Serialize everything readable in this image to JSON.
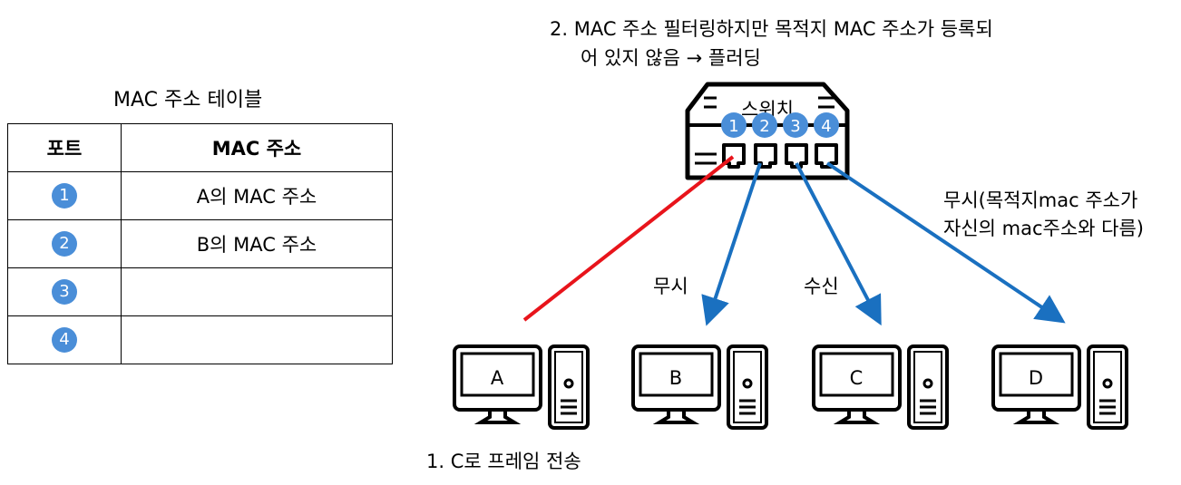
{
  "table": {
    "title": "MAC 주소 테이블",
    "col_port": "포트",
    "col_mac": "MAC 주소",
    "rows": [
      {
        "port": "1",
        "mac": "A의 MAC 주소"
      },
      {
        "port": "2",
        "mac": "B의 MAC 주소"
      },
      {
        "port": "3",
        "mac": ""
      },
      {
        "port": "4",
        "mac": ""
      }
    ]
  },
  "switch": {
    "label": "스위치",
    "ports": [
      "1",
      "2",
      "3",
      "4"
    ]
  },
  "computers": [
    "A",
    "B",
    "C",
    "D"
  ],
  "annotations": {
    "step2_line1": "2.  MAC 주소 필터링하지만 목적지 MAC 주소가 등록되",
    "step2_line2": "어 있지 않음 → 플러딩",
    "step1": "1. C로 프레임 전송",
    "ignore": "무시",
    "receive": "수신",
    "d_ignore_line1": "무시(목적지mac 주소가",
    "d_ignore_line2": "자신의 mac주소와 다름)"
  },
  "colors": {
    "port_fill": "#4a8ed8",
    "send_arrow": "#e8141b",
    "flood_arrow": "#1a70c0"
  }
}
